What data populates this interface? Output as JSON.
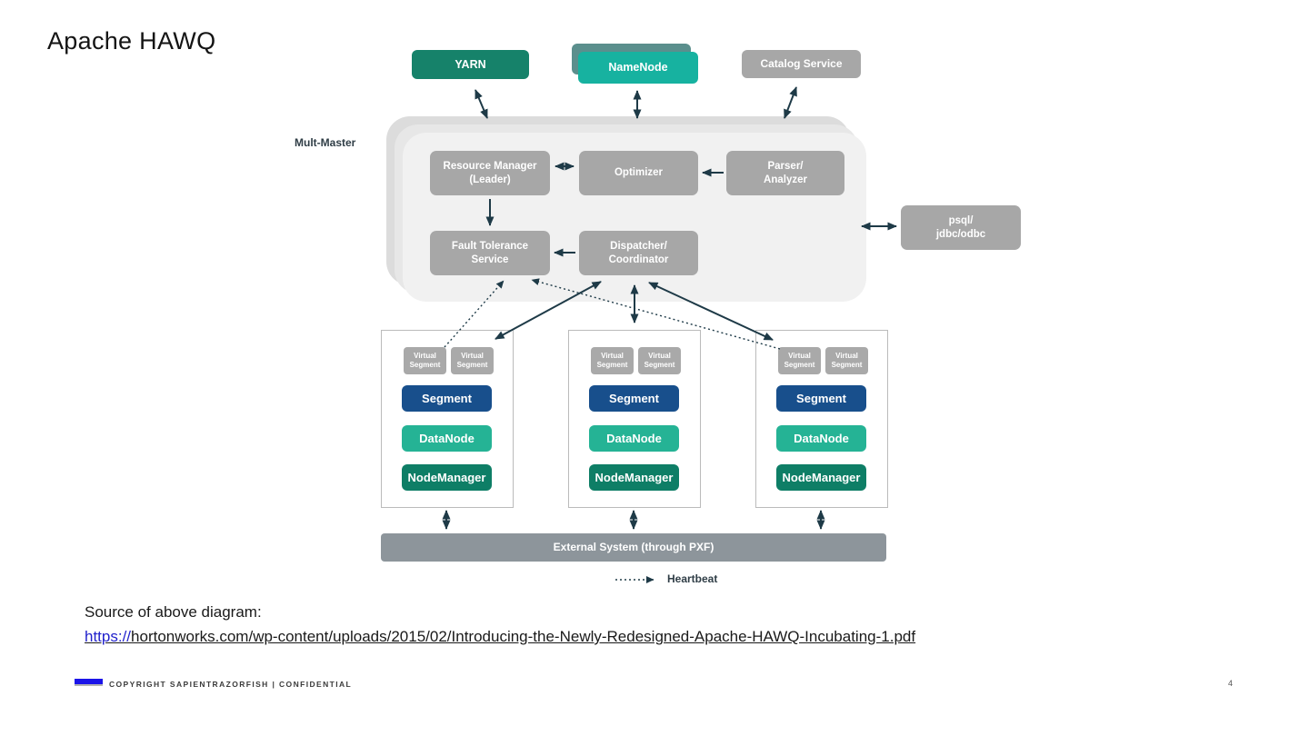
{
  "slide": {
    "title": "Apache HAWQ",
    "source_label": "Source of above diagram:",
    "link": {
      "protocol": "https://",
      "rest": "hortonworks.com/wp-content/uploads/2015/02/Introducing-the-Newly-Redesigned-Apache-HAWQ-Incubating-1.pdf",
      "full": "https://hortonworks.com/wp-content/uploads/2015/02/Introducing-the-Newly-Redesigned-Apache-HAWQ-Incubating-1.pdf"
    },
    "footer": {
      "copyright": "COPYRIGHT SAPIENTRAZORFISH | CONFIDENTIAL",
      "page_number": "4"
    }
  },
  "diagram": {
    "mult_master_label": "Mult-Master",
    "top_nodes": {
      "yarn": "YARN",
      "namenode": "NameNode",
      "catalog_service": "Catalog Service"
    },
    "master": {
      "resource_manager": {
        "line1": "Resource Manager",
        "line2": "(Leader)"
      },
      "optimizer": "Optimizer",
      "parser_analyzer": {
        "line1": "Parser/",
        "line2": "Analyzer"
      },
      "fault_tolerance": {
        "line1": "Fault Tolerance",
        "line2": "Service"
      },
      "dispatcher": {
        "line1": "Dispatcher/",
        "line2": "Coordinator"
      }
    },
    "client": {
      "line1": "psql/",
      "line2": "jdbc/odbc"
    },
    "hosts": [
      {
        "virtual_segment_line1": "Virtual",
        "virtual_segment_line2": "Segment",
        "segment": "Segment",
        "datanode": "DataNode",
        "nodemanager": "NodeManager"
      },
      {
        "virtual_segment_line1": "Virtual",
        "virtual_segment_line2": "Segment",
        "segment": "Segment",
        "datanode": "DataNode",
        "nodemanager": "NodeManager"
      },
      {
        "virtual_segment_line1": "Virtual",
        "virtual_segment_line2": "Segment",
        "segment": "Segment",
        "datanode": "DataNode",
        "nodemanager": "NodeManager"
      }
    ],
    "external_system": "External System (through PXF)",
    "legend_heartbeat": "Heartbeat",
    "colors": {
      "yarn_green": "#16826A",
      "namenode_teal": "#17B2A0",
      "namenode_shadow": "#5B8F8D",
      "gray_box": "#A7A7A7",
      "segment_navy": "#184F8C",
      "datanode_teal": "#25B395",
      "nodemanager_green": "#0E7E66",
      "external_gray": "#8D959B",
      "arrow_dark": "#1E3A47",
      "link_blue": "#2222CC",
      "logo_blue": "#1B14E8"
    }
  }
}
